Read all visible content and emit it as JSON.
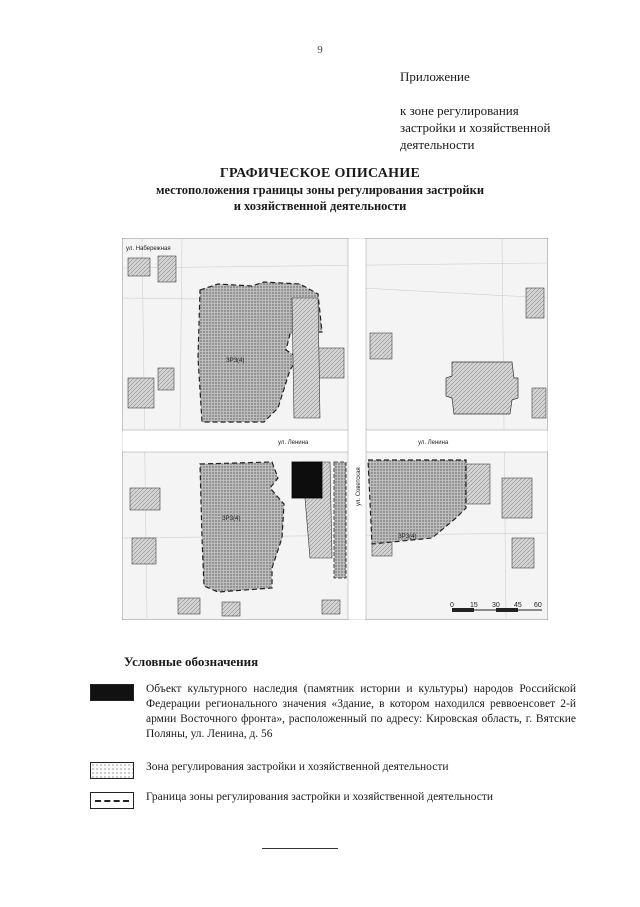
{
  "page_number": "9",
  "appendix": {
    "heading": "Приложение",
    "line1": "к зоне регулирования",
    "line2": "застройки и хозяйственной",
    "line3": "деятельности"
  },
  "title": {
    "main": "ГРАФИЧЕСКОЕ ОПИСАНИЕ",
    "sub1": "местоположения границы зоны регулирования застройки",
    "sub2": "и хозяйственной деятельности"
  },
  "map": {
    "streets": {
      "top_left": "ул. Набережная",
      "lenina_left": "ул. Ленина",
      "lenina_right": "ул. Ленина",
      "sovetskaya": "ул. Советская"
    },
    "zone_labels": [
      "ЗРЗ(4)",
      "ЗРЗ(4)",
      "ЗРЗ(4)"
    ],
    "scale": [
      "0",
      "15",
      "30",
      "45",
      "60"
    ]
  },
  "legend": {
    "title": "Условные обозначения",
    "items": [
      {
        "symbol": "black-fill",
        "text": "Объект культурного наследия (памятник истории и культуры) народов Российской Федерации регионального значения «Здание, в котором находился реввоенсовет 2-й армии Восточного фронта», расположенный по адресу: Кировская область, г. Вятские Поляны, ул. Ленина, д. 56"
      },
      {
        "symbol": "dotted-fill",
        "text": "Зона регулирования застройки и хозяйственной деятельности"
      },
      {
        "symbol": "dashed-line",
        "text": "Граница зоны регулирования застройки и хозяйственной деятельности"
      }
    ]
  }
}
